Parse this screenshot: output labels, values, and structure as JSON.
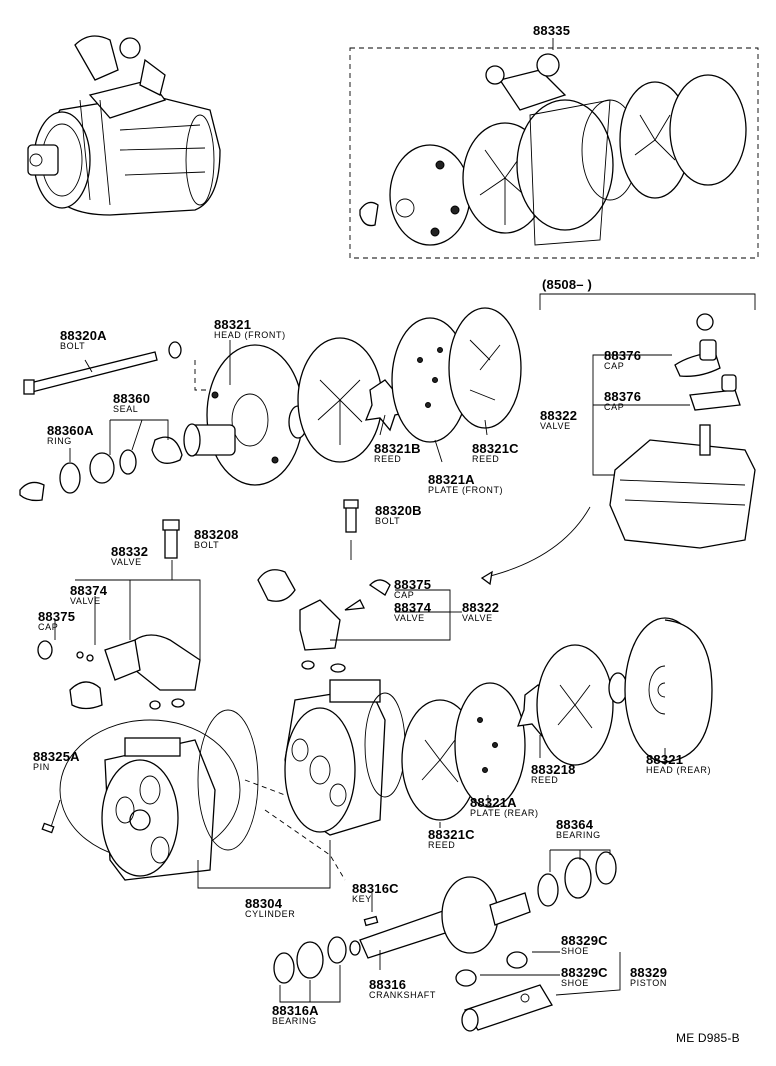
{
  "labels": {
    "l88335": {
      "pn": "88335",
      "name": ""
    },
    "l8508": {
      "pn": "(8508–          )",
      "name": ""
    },
    "l88320A": {
      "pn": "88320A",
      "name": "BOLT"
    },
    "l88321F": {
      "pn": "88321",
      "name": "HEAD (FRONT)"
    },
    "l88360": {
      "pn": "88360",
      "name": "SEAL"
    },
    "l88360A": {
      "pn": "88360A",
      "name": "RING"
    },
    "l88321B": {
      "pn": "88321B",
      "name": "REED"
    },
    "l88321C_top": {
      "pn": "88321C",
      "name": "REED"
    },
    "l88321A_front": {
      "pn": "88321A",
      "name": "PLATE (FRONT)"
    },
    "l88376a": {
      "pn": "88376",
      "name": "CAP"
    },
    "l88376b": {
      "pn": "88376",
      "name": "CAP"
    },
    "l88322_top": {
      "pn": "88322",
      "name": "VALVE"
    },
    "l88320B": {
      "pn": "88320B",
      "name": "BOLT"
    },
    "l883208": {
      "pn": "883208",
      "name": "BOLT"
    },
    "l88332": {
      "pn": "88332",
      "name": "VALVE"
    },
    "l88374_left": {
      "pn": "88374",
      "name": "VALVE"
    },
    "l88375_left": {
      "pn": "88375",
      "name": "CAP"
    },
    "l88375_mid": {
      "pn": "88375",
      "name": "CAP"
    },
    "l88374_mid": {
      "pn": "88374",
      "name": "VALVE"
    },
    "l88322_mid": {
      "pn": "88322",
      "name": "VALVE"
    },
    "l88325A": {
      "pn": "88325A",
      "name": "PIN"
    },
    "l88321A_rear": {
      "pn": "88321A",
      "name": "PLATE (REAR)"
    },
    "l88321B_rear": {
      "pn": "883218",
      "name": "REED"
    },
    "l88321_rear": {
      "pn": "88321",
      "name": "HEAD (REAR)"
    },
    "l88321C_rear": {
      "pn": "88321C",
      "name": "REED"
    },
    "l88364": {
      "pn": "88364",
      "name": "BEARING"
    },
    "l88304": {
      "pn": "88304",
      "name": "CYLINDER"
    },
    "l88316C": {
      "pn": "88316C",
      "name": "KEY"
    },
    "l88329C_a": {
      "pn": "88329C",
      "name": "SHOE"
    },
    "l88329C_b": {
      "pn": "88329C",
      "name": "SHOE"
    },
    "l88329": {
      "pn": "88329",
      "name": "PISTON"
    },
    "l88316": {
      "pn": "88316",
      "name": "CRANKSHAFT"
    },
    "l88316A": {
      "pn": "88316A",
      "name": "BEARING"
    }
  },
  "reference_code": "ME D985-B"
}
